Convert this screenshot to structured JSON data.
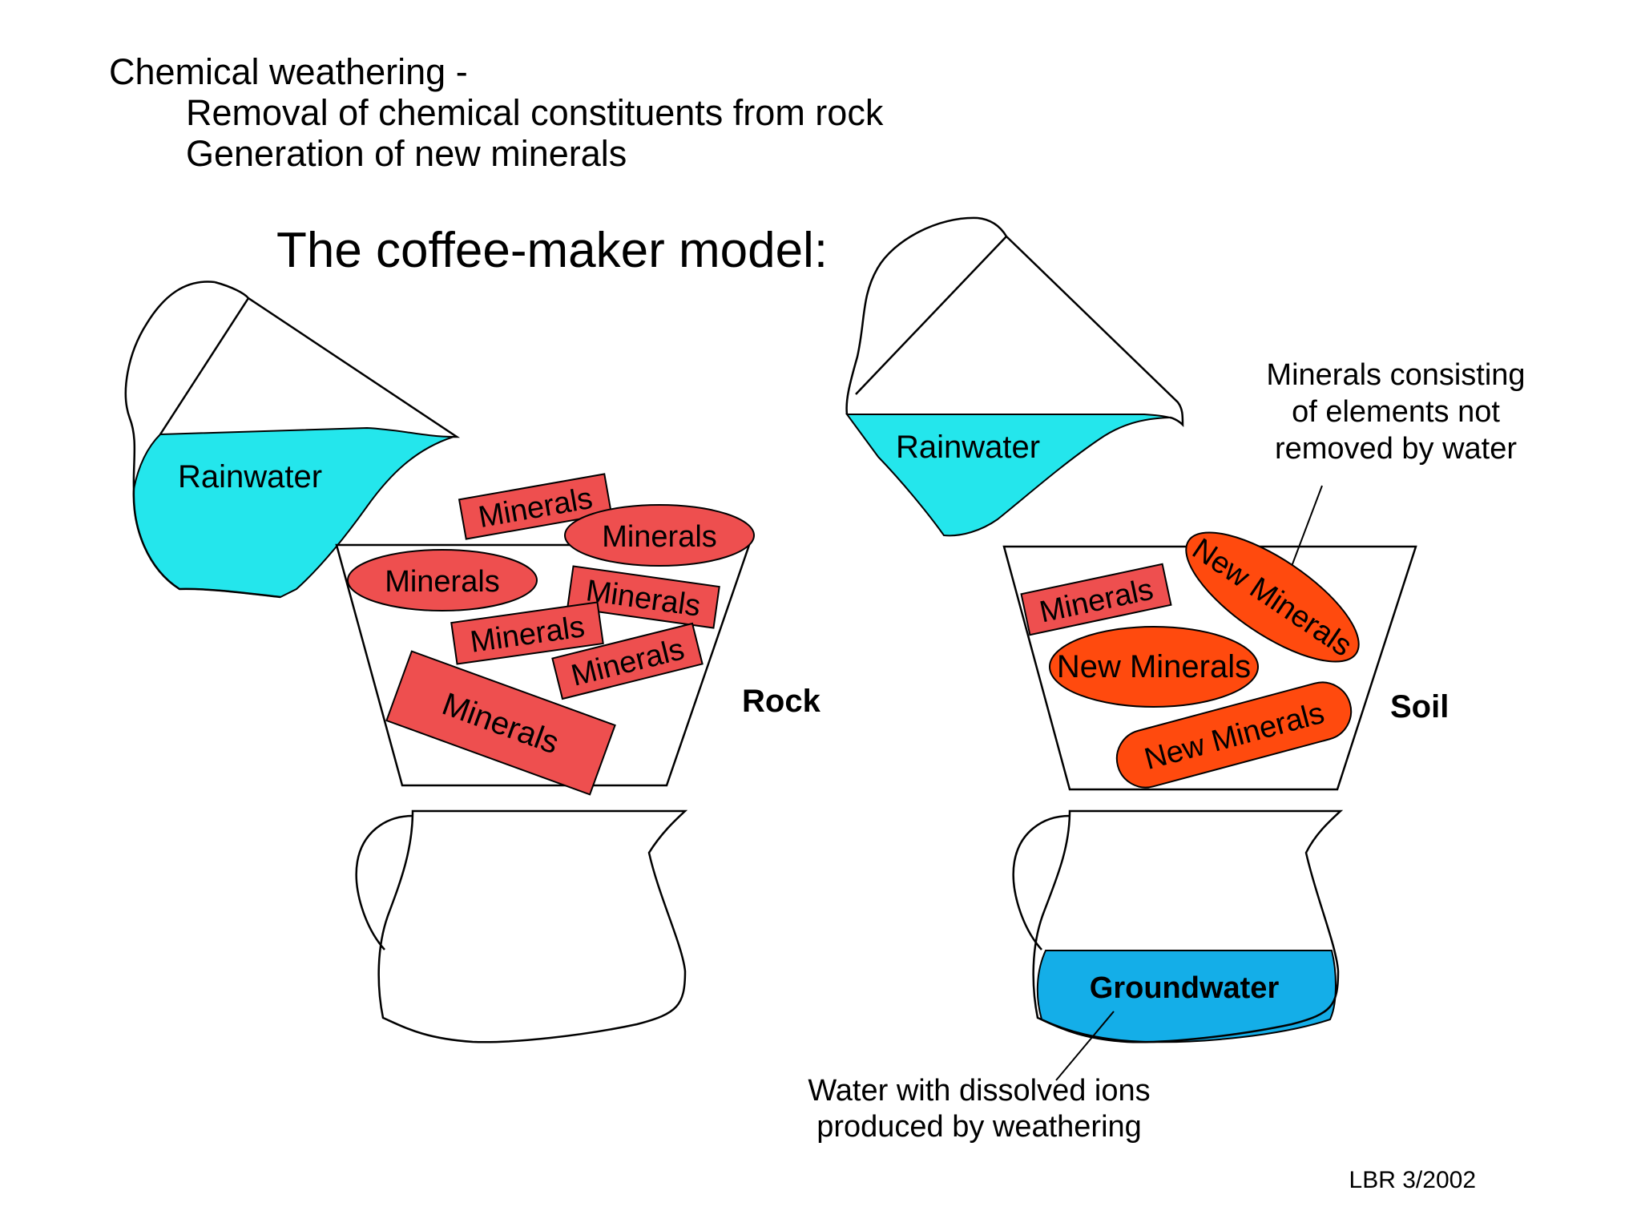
{
  "header": {
    "line1": "Chemical weathering -",
    "line2": "Removal of chemical constituents from rock",
    "line3": "Generation of new minerals"
  },
  "title": "The coffee-maker model:",
  "left_model": {
    "pitcher_label": "Rainwater",
    "minerals_label": "Minerals",
    "filter_label": "Rock"
  },
  "right_model": {
    "pitcher_label": "Rainwater",
    "minerals_label": "Minerals",
    "new_minerals_label": "New Minerals",
    "filter_label": "Soil",
    "carafe_label": "Groundwater",
    "annotation_minerals": {
      "line1": "Minerals consisting",
      "line2": "of elements not",
      "line3": "removed by water"
    },
    "annotation_water": {
      "line1": "Water with dissolved ions",
      "line2": "produced by weathering"
    }
  },
  "credit": "LBR 3/2002",
  "colors": {
    "rainwater": "#24e6ec",
    "groundwater": "#14aee8",
    "minerals": "#ee4f4f",
    "new_minerals": "#ff4a0e",
    "outline": "#000000"
  }
}
